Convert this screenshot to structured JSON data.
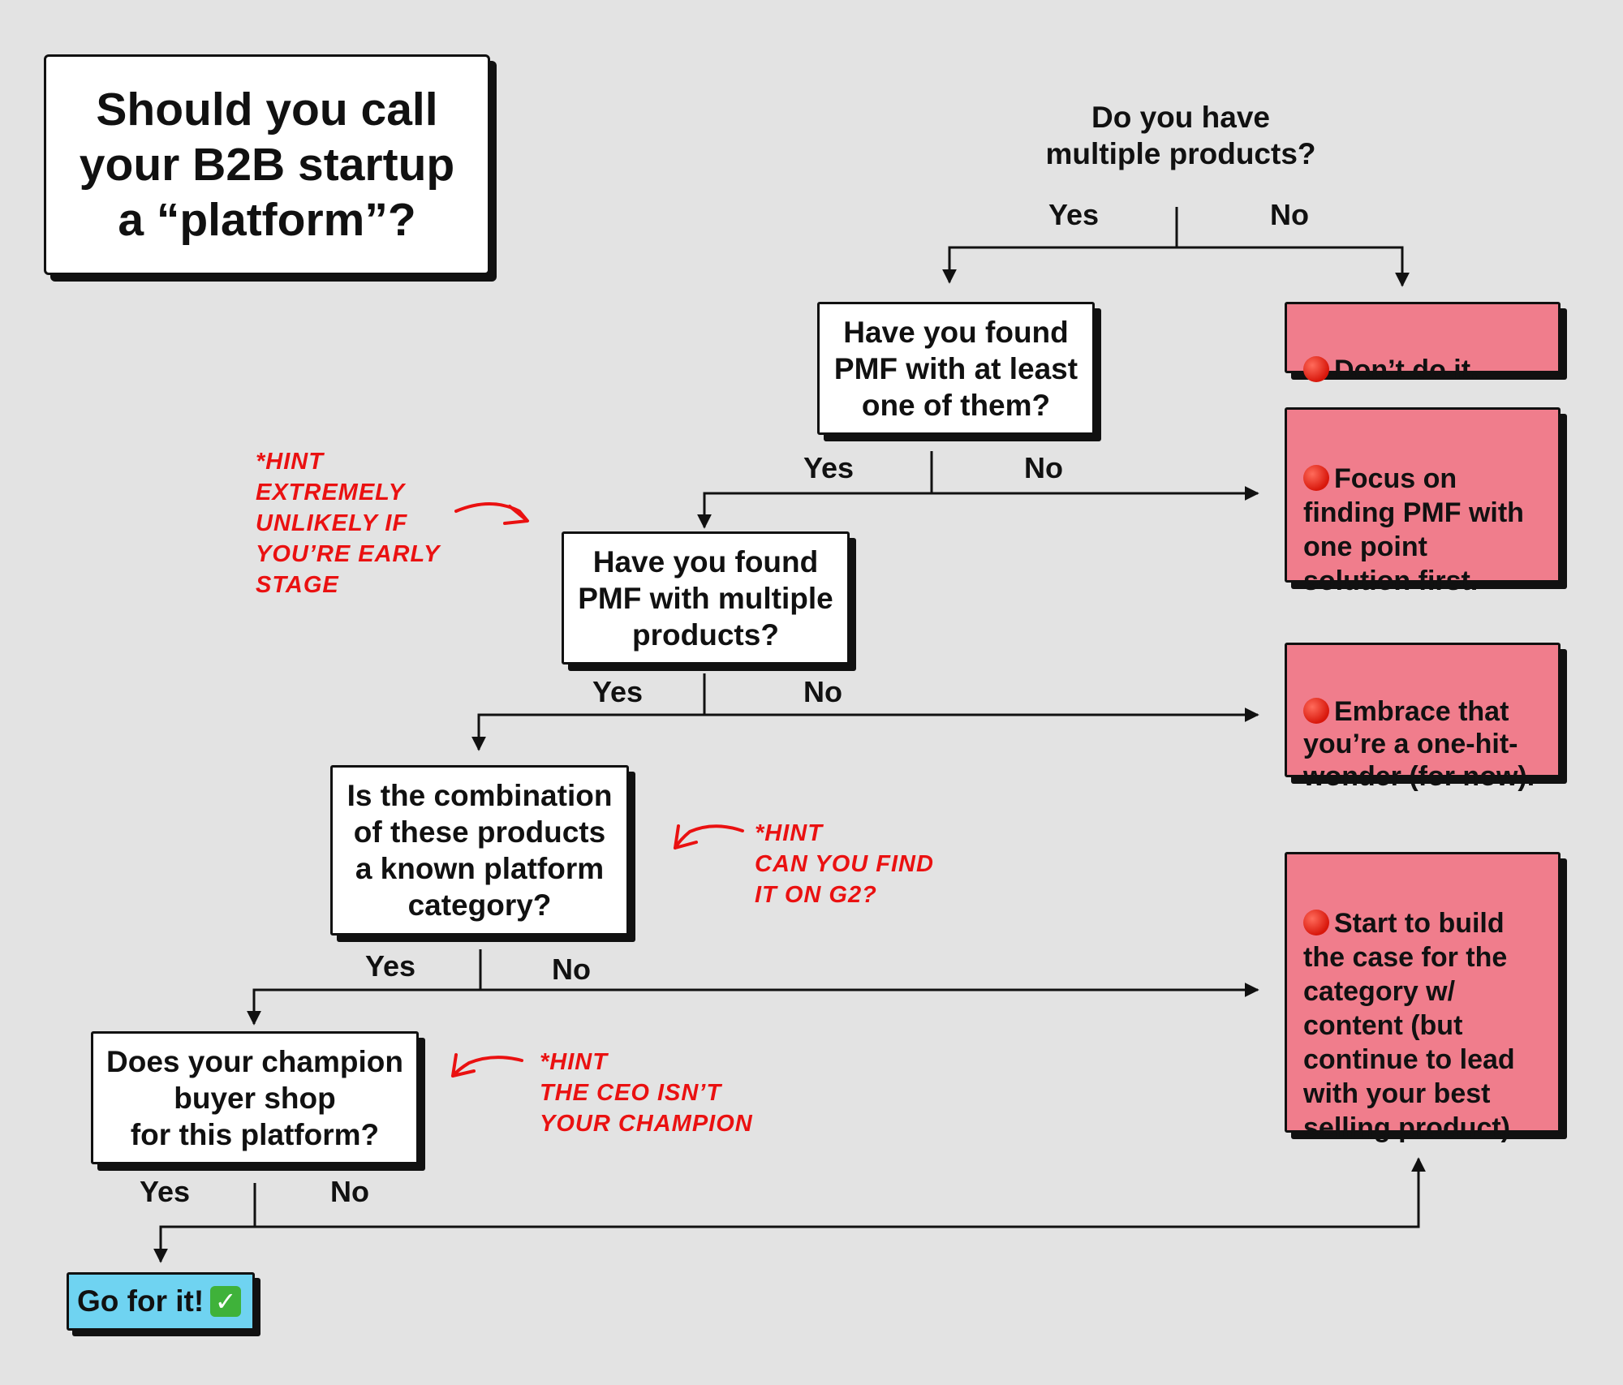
{
  "title": "Should you call\nyour B2B startup\na “platform”?",
  "q1": {
    "text": "Do you have\nmultiple products?",
    "yes": "Yes",
    "no": "No"
  },
  "q2": {
    "text": "Have you found\nPMF with at least\none of them?",
    "yes": "Yes",
    "no": "No"
  },
  "q3": {
    "text": "Have you found\nPMF with multiple\nproducts?",
    "yes": "Yes",
    "no": "No"
  },
  "q4": {
    "text": "Is the combination\nof these products\na known platform\ncategory?",
    "yes": "Yes",
    "no": "No"
  },
  "q5": {
    "text": "Does your champion\nbuyer shop\nfor this platform?",
    "yes": "Yes",
    "no": "No"
  },
  "outcomes": {
    "dont": "Don’t do it.",
    "focus": "Focus on\nfinding PMF with\none point\nsolution first.",
    "embrace": "Embrace that\nyou’re a one-hit-\nwonder (for now).",
    "build": "Start to build\nthe case for the\ncategory w/\ncontent (but\ncontinue to lead\nwith your best\nselling product)",
    "go": "Go for it!"
  },
  "hints": {
    "h1": "*Hint\nExtremely\nunlikely if\nyou’re early\nstage",
    "h2": "*Hint\nCan you find\nit on G2?",
    "h3": "*Hint\nThe CEO isn’t\nyour champion"
  },
  "icons": {
    "stop": "stop-sign-icon",
    "check": "check-mark-icon"
  },
  "colors": {
    "background": "#e3e3e3",
    "outcome_fill": "#f07d8c",
    "go_fill": "#6fd3f1",
    "hint": "#ea1111",
    "ink": "#111111"
  }
}
